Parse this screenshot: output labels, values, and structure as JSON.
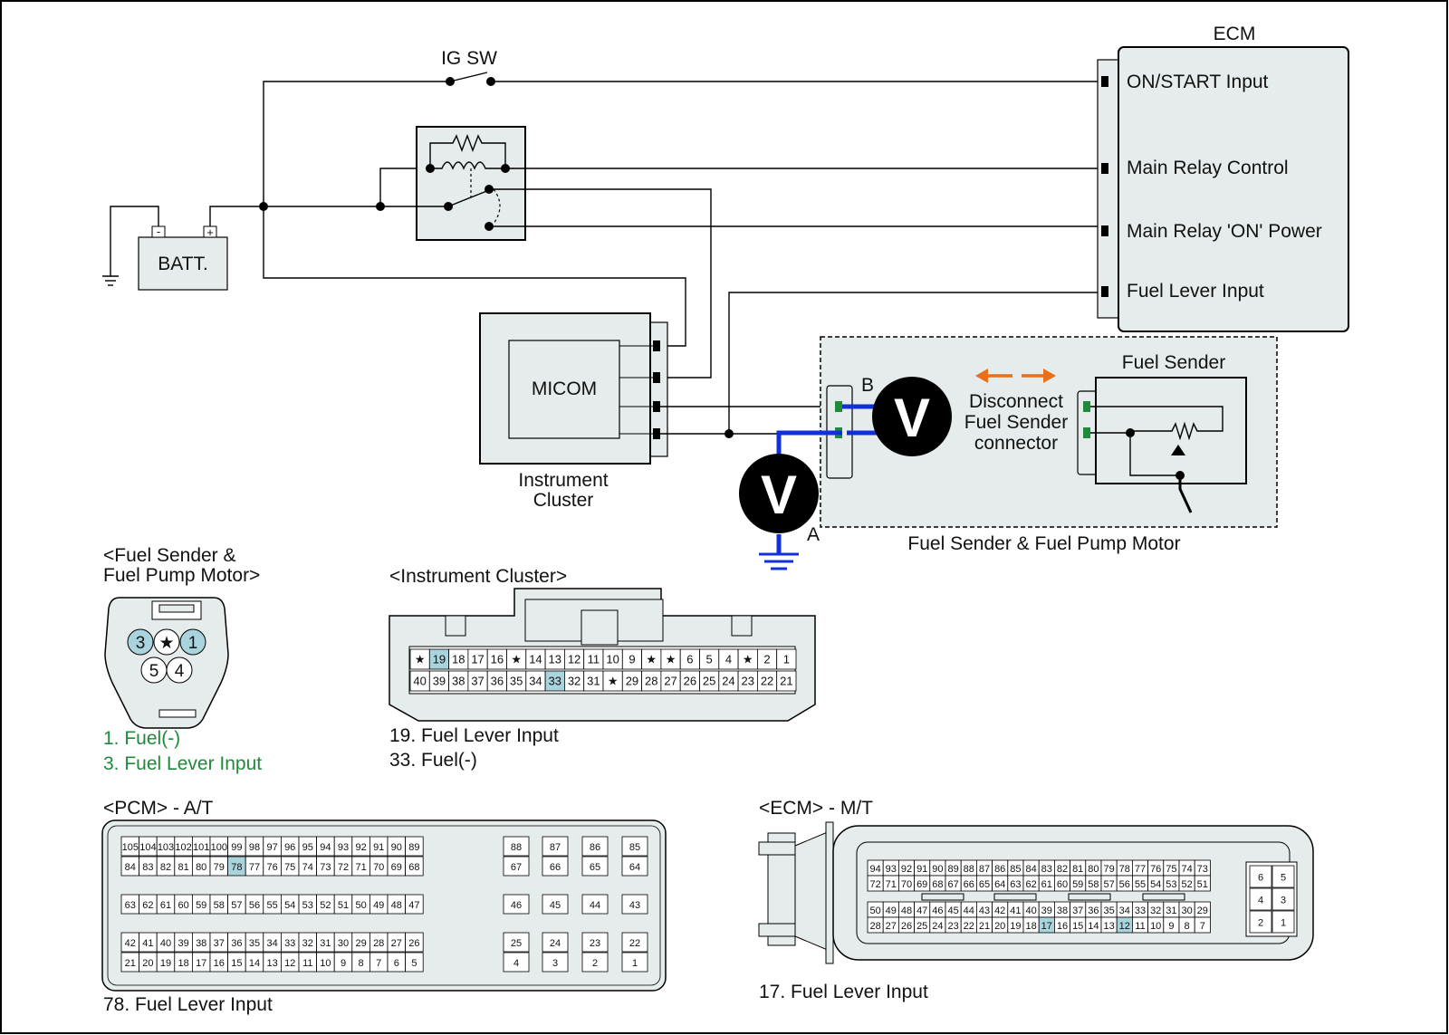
{
  "labels": {
    "ecm_title": "ECM",
    "ig_sw": "IG SW",
    "batt": "BATT.",
    "batt_minus": "-",
    "batt_plus": "+",
    "ecm_pin_on_start": "ON/START Input",
    "ecm_pin_main_relay_control": "Main Relay Control",
    "ecm_pin_main_relay_on_power": "Main Relay 'ON' Power",
    "ecm_pin_fuel_lever_input": "Fuel Lever Input",
    "micom": "MICOM",
    "instrument_cluster_1": "Instrument",
    "instrument_cluster_2": "Cluster",
    "fuel_sender": "Fuel Sender",
    "disconnect_1": "Disconnect",
    "disconnect_2": "Fuel Sender",
    "disconnect_3": "connector",
    "fuel_sender_pump_motor": "Fuel Sender & Fuel Pump Motor",
    "voltmeter": "V",
    "point_a": "A",
    "point_b": "B"
  },
  "fuel_sender_connector": {
    "title_1": "<Fuel Sender &",
    "title_2": "Fuel Pump Motor>",
    "pins_top": [
      "3",
      "★",
      "1"
    ],
    "pins_bottom": [
      "5",
      "4"
    ],
    "highlighted": [
      "3",
      "1"
    ],
    "legend": [
      "1. Fuel(-)",
      "3. Fuel Lever Input"
    ]
  },
  "instrument_cluster_connector": {
    "title": "<Instrument Cluster>",
    "row1": [
      "★",
      "19",
      "18",
      "17",
      "16",
      "★",
      "14",
      "13",
      "12",
      "11",
      "10",
      "9",
      "★",
      "★",
      "6",
      "5",
      "4",
      "★",
      "2",
      "1"
    ],
    "row2": [
      "40",
      "39",
      "38",
      "37",
      "36",
      "35",
      "34",
      "33",
      "32",
      "31",
      "★",
      "29",
      "28",
      "27",
      "26",
      "25",
      "24",
      "23",
      "22",
      "21"
    ],
    "highlighted": [
      "19",
      "33"
    ],
    "legend": [
      "19. Fuel Lever Input",
      "33. Fuel(-)"
    ]
  },
  "pcm_connector": {
    "title": "<PCM> - A/T",
    "main_rows": [
      [
        "105",
        "104",
        "103",
        "102",
        "101",
        "100",
        "99",
        "98",
        "97",
        "96",
        "95",
        "94",
        "93",
        "92",
        "91",
        "90",
        "89"
      ],
      [
        "84",
        "83",
        "82",
        "81",
        "80",
        "79",
        "78",
        "77",
        "76",
        "75",
        "74",
        "73",
        "72",
        "71",
        "70",
        "69",
        "68"
      ],
      [
        "63",
        "62",
        "61",
        "60",
        "59",
        "58",
        "57",
        "56",
        "55",
        "54",
        "53",
        "52",
        "51",
        "50",
        "49",
        "48",
        "47"
      ],
      [
        "42",
        "41",
        "40",
        "39",
        "38",
        "37",
        "36",
        "35",
        "34",
        "33",
        "32",
        "31",
        "30",
        "29",
        "28",
        "27",
        "26"
      ],
      [
        "21",
        "20",
        "19",
        "18",
        "17",
        "16",
        "15",
        "14",
        "13",
        "12",
        "11",
        "10",
        "9",
        "8",
        "7",
        "6",
        "5"
      ]
    ],
    "side_rows": [
      [
        "88",
        "87",
        "86",
        "85"
      ],
      [
        "67",
        "66",
        "65",
        "64"
      ],
      [
        "46",
        "45",
        "44",
        "43"
      ],
      [
        "25",
        "24",
        "23",
        "22"
      ],
      [
        "4",
        "3",
        "2",
        "1"
      ]
    ],
    "highlighted": [
      "78"
    ],
    "legend": "78. Fuel Lever Input"
  },
  "ecm_connector": {
    "title": "<ECM> - M/T",
    "rows": [
      [
        "94",
        "93",
        "92",
        "91",
        "90",
        "89",
        "88",
        "87",
        "86",
        "85",
        "84",
        "83",
        "82",
        "81",
        "80",
        "79",
        "78",
        "77",
        "76",
        "75",
        "74",
        "73"
      ],
      [
        "72",
        "71",
        "70",
        "69",
        "68",
        "67",
        "66",
        "65",
        "64",
        "63",
        "62",
        "61",
        "60",
        "59",
        "58",
        "57",
        "56",
        "55",
        "54",
        "53",
        "52",
        "51"
      ],
      [
        "50",
        "49",
        "48",
        "47",
        "46",
        "45",
        "44",
        "43",
        "42",
        "41",
        "40",
        "39",
        "38",
        "37",
        "36",
        "35",
        "34",
        "33",
        "32",
        "31",
        "30",
        "29"
      ],
      [
        "28",
        "27",
        "26",
        "25",
        "24",
        "23",
        "22",
        "21",
        "20",
        "19",
        "18",
        "17",
        "16",
        "15",
        "14",
        "13",
        "12",
        "11",
        "10",
        "9",
        "8",
        "7"
      ]
    ],
    "side": [
      [
        "6",
        "5"
      ],
      [
        "4",
        "3"
      ],
      [
        "2",
        "1"
      ]
    ],
    "highlighted": [
      "17",
      "12"
    ],
    "legend": "17. Fuel Lever Input"
  },
  "colors": {
    "box_fill": "#e6ebeb",
    "highlight": "#a9d3dd",
    "probe_wire": "#1030e0",
    "arrow": "#e8701a",
    "green_text": "#1f8a3a"
  }
}
